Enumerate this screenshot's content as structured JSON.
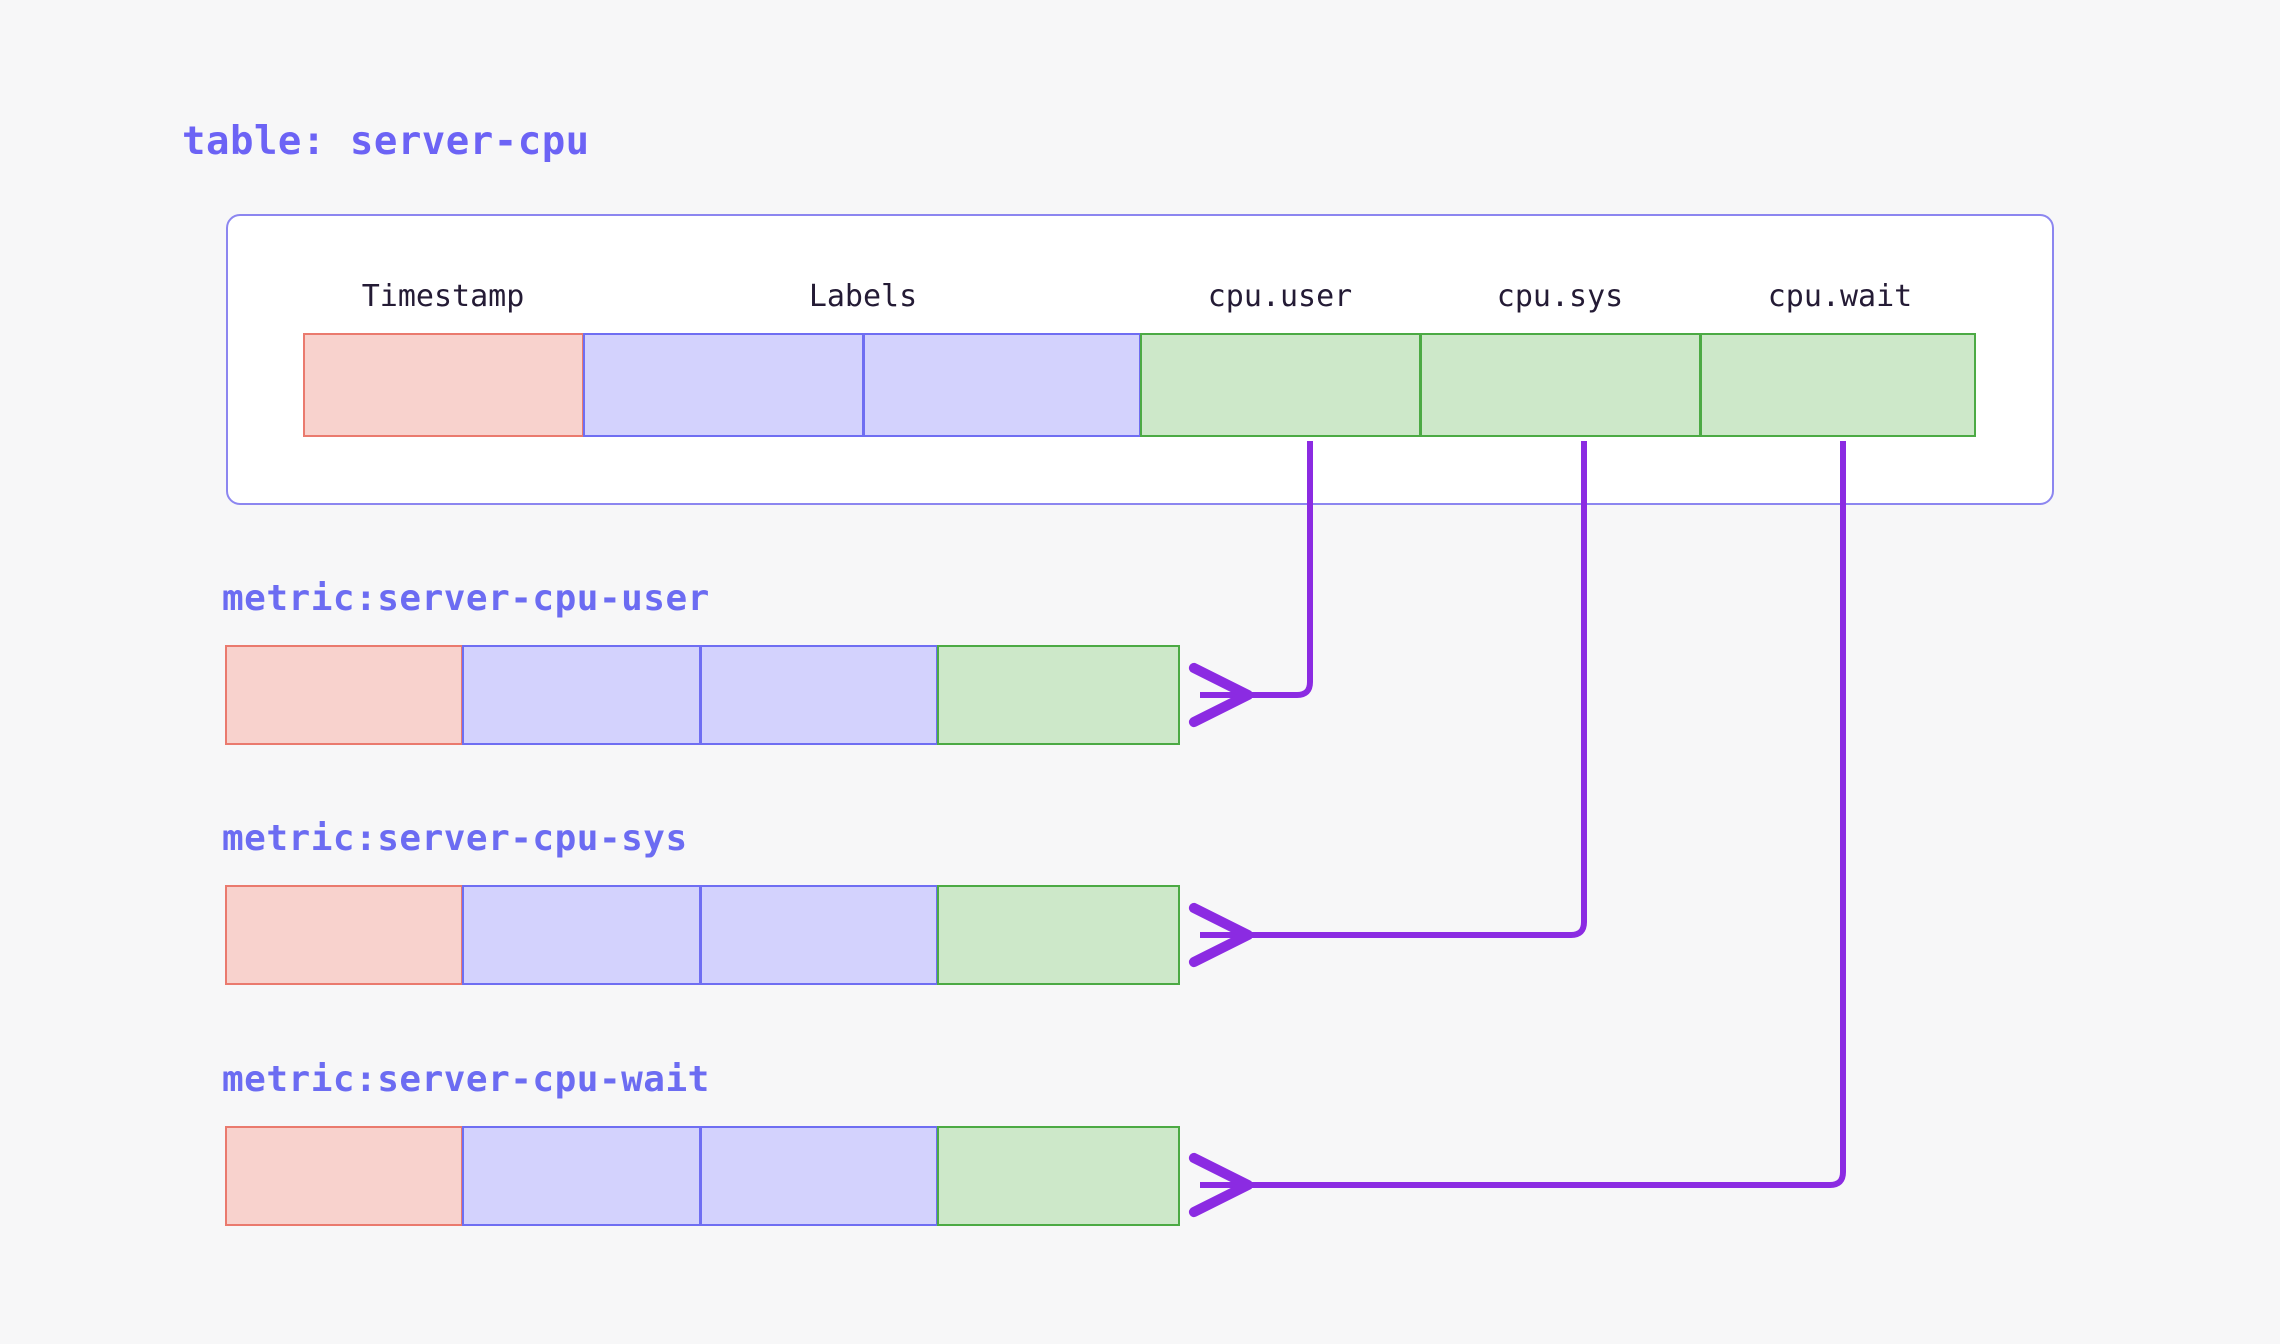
{
  "page": {
    "background_color": "#f7f7f8",
    "accent_color": "#6c63f5",
    "arrow_color": "#8b2be2"
  },
  "table": {
    "title": "table: server-cpu",
    "border_color": "#8c86f0",
    "fill_color": "#ffffff",
    "columns": [
      {
        "label": "Timestamp",
        "kind": "timestamp",
        "color": "pink"
      },
      {
        "label": "Labels",
        "kind": "labels",
        "color": "blue"
      },
      {
        "label": "cpu.user",
        "kind": "value",
        "color": "green"
      },
      {
        "label": "cpu.sys",
        "kind": "value",
        "color": "green"
      },
      {
        "label": "cpu.wait",
        "kind": "value",
        "color": "green"
      }
    ],
    "cells": [
      {
        "color": "pink"
      },
      {
        "color": "blue"
      },
      {
        "color": "blue"
      },
      {
        "color": "green"
      },
      {
        "color": "green"
      },
      {
        "color": "green"
      }
    ]
  },
  "metrics": [
    {
      "title": "metric:server-cpu-user",
      "source_column": "cpu.user",
      "cells": [
        {
          "color": "pink"
        },
        {
          "color": "blue"
        },
        {
          "color": "blue"
        },
        {
          "color": "green"
        }
      ]
    },
    {
      "title": "metric:server-cpu-sys",
      "source_column": "cpu.sys",
      "cells": [
        {
          "color": "pink"
        },
        {
          "color": "blue"
        },
        {
          "color": "blue"
        },
        {
          "color": "green"
        }
      ]
    },
    {
      "title": "metric:server-cpu-wait",
      "source_column": "cpu.wait",
      "cells": [
        {
          "color": "pink"
        },
        {
          "color": "blue"
        },
        {
          "color": "blue"
        },
        {
          "color": "green"
        }
      ]
    }
  ],
  "palette": {
    "pink_fill": "#f8d2cd",
    "pink_border": "#ea7a6e",
    "blue_fill": "#d3d2fd",
    "blue_border": "#6f6ef2",
    "green_fill": "#cde8c9",
    "green_border": "#4caa44"
  }
}
